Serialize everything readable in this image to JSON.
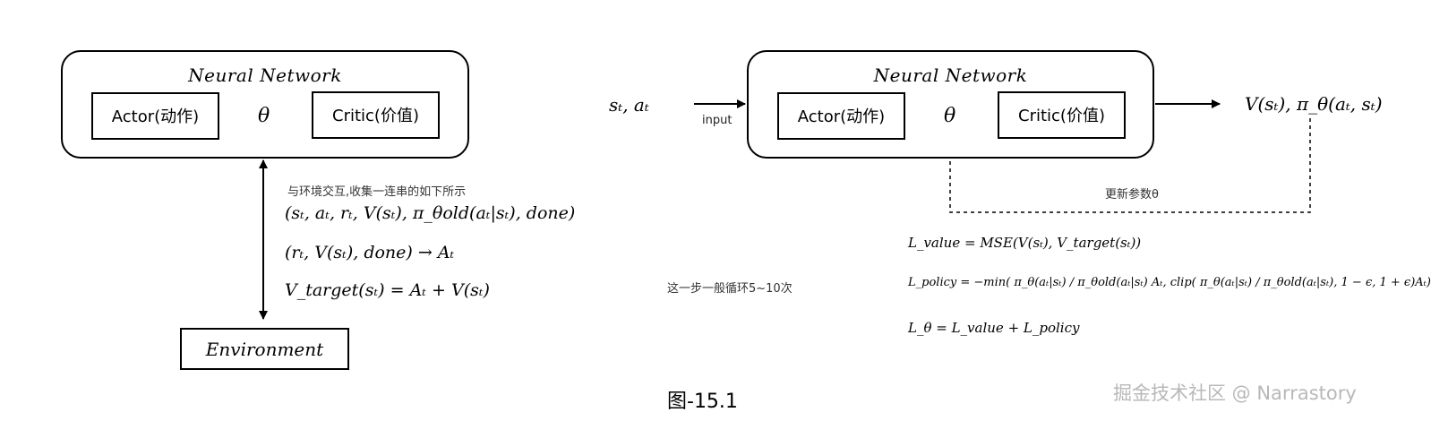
{
  "left": {
    "nn_title": "Neural Network",
    "actor": "Actor(动作)",
    "critic": "Critic(价值)",
    "theta": "θ",
    "env": "Environment",
    "note": "与环境交互,收集一连串的如下所示",
    "eq1": "(sₜ, aₜ, rₜ, V(sₜ), π_θold(aₜ|sₜ), done)",
    "eq2": "(rₜ, V(sₜ), done) → Aₜ",
    "eq3": "V_target(sₜ) = Aₜ + V(sₜ)"
  },
  "right": {
    "nn_title": "Neural Network",
    "actor": "Actor(动作)",
    "critic": "Critic(价值)",
    "theta": "θ",
    "input_vars": "sₜ, aₜ",
    "input_label": "input",
    "output_vars": "V(sₜ), π_θ(aₜ, sₜ)",
    "update_label": "更新参数θ",
    "loop_note": "这一步一般循环5~10次",
    "loss_value": "L_value = MSE(V(sₜ), V_target(sₜ))",
    "loss_policy": "L_policy = −min( π_θ(aₜ|sₜ) / π_θold(aₜ|sₜ) Aₜ, clip( π_θ(aₜ|sₜ) / π_θold(aₜ|sₜ), 1 − ϵ, 1 + ϵ)Aₜ)",
    "loss_theta": "L_θ = L_value + L_policy"
  },
  "caption": "图-15.1",
  "watermark": "掘金技术社区 @ Narrastory"
}
